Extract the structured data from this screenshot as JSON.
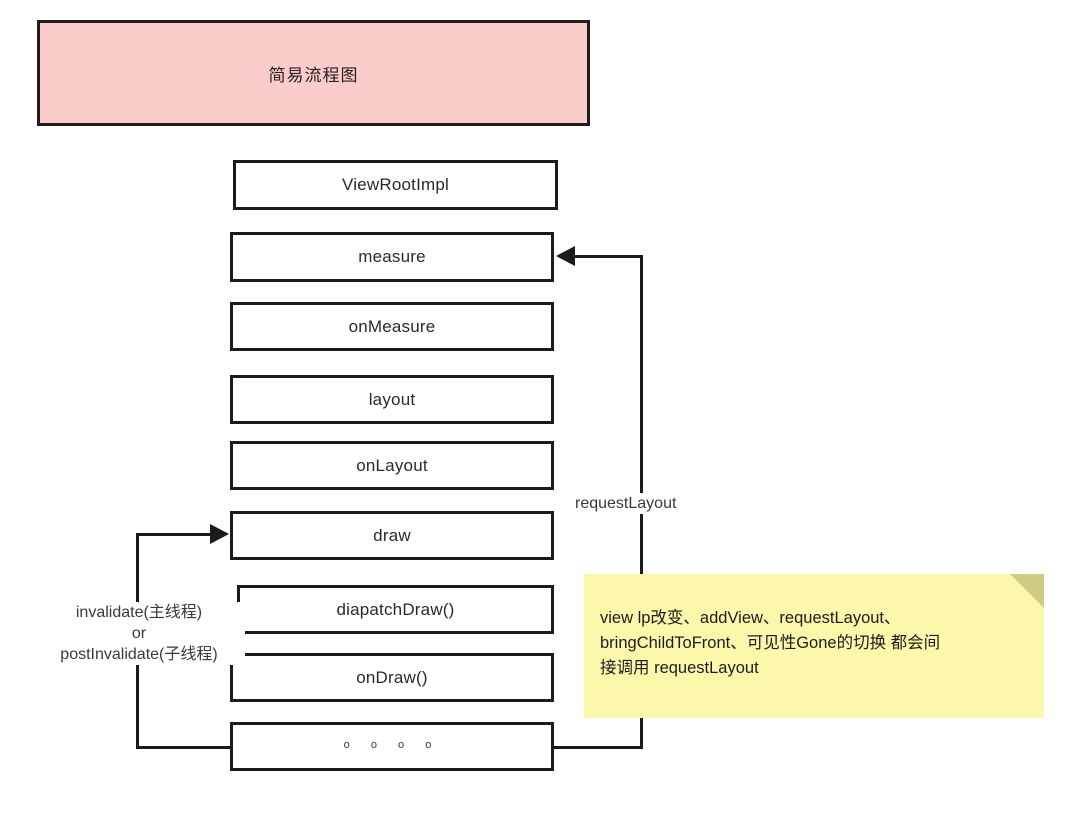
{
  "diagram": {
    "title": "简易流程图",
    "title_fill": "#fbcccc",
    "title_border": "#231a1a",
    "nodes": [
      {
        "id": "view-root-impl",
        "label": "ViewRootImpl"
      },
      {
        "id": "measure",
        "label": "measure"
      },
      {
        "id": "on-measure",
        "label": "onMeasure"
      },
      {
        "id": "layout",
        "label": "layout"
      },
      {
        "id": "on-layout",
        "label": "onLayout"
      },
      {
        "id": "draw",
        "label": "draw"
      },
      {
        "id": "diapatch-draw",
        "label": "diapatchDraw()"
      },
      {
        "id": "on-draw",
        "label": "onDraw()"
      },
      {
        "id": "more",
        "label": "o o o o"
      }
    ],
    "edges": [
      {
        "id": "request-layout",
        "label": "requestLayout",
        "from": "more",
        "to": "measure"
      },
      {
        "id": "invalidate",
        "label_lines": [
          "invalidate(主线程)",
          "or",
          "postInvalidate(子线程)"
        ],
        "from": "more",
        "to": "draw"
      }
    ],
    "note": {
      "fill": "#fbf7ab",
      "fold_fill": "#cfcb86",
      "lines": [
        "view lp改变、addView、requestLayout、",
        "bringChildToFront、可见性Gone的切换 都会间",
        "接调用 requestLayout"
      ]
    }
  }
}
